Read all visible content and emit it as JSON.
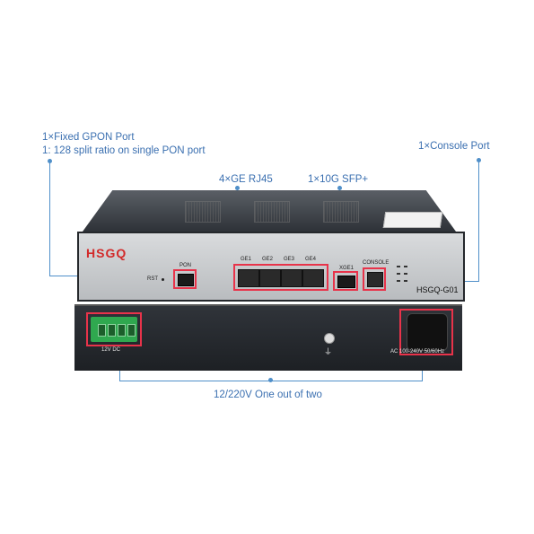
{
  "annotations": {
    "gpon_line1": "1×Fixed GPON Port",
    "gpon_line2": "1: 128 split ratio on single PON port",
    "console": "1×Console Port",
    "ge": "4×GE RJ45",
    "sfp": "1×10G SFP+",
    "power": "12/220V One out of two"
  },
  "device": {
    "brand": "HSGQ",
    "model": "HSGQ-G01",
    "rst": "RST",
    "pon": "PON",
    "ge_ports": [
      "GE1",
      "GE2",
      "GE3",
      "GE4"
    ],
    "xge": "XGE1",
    "console": "CONSOLE",
    "dc_label": "12V DC",
    "ac_label": "AC 100-240V 50/60Hz"
  },
  "colors": {
    "accent_line": "#4f8fc9",
    "highlight_box": "#e8334a",
    "brand": "#d22a2a"
  }
}
